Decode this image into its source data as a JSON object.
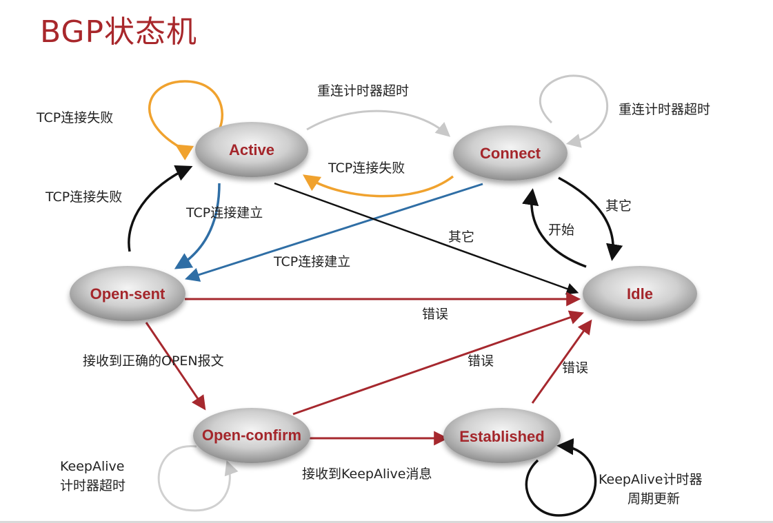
{
  "title": "BGP状态机",
  "states": {
    "active": "Active",
    "connect": "Connect",
    "open_sent": "Open-sent",
    "idle": "Idle",
    "open_confirm": "Open-confirm",
    "established": "Established"
  },
  "edges": {
    "active_self": "TCP连接失败",
    "active_to_connect": "重连计时器超时",
    "connect_self": "重连计时器超时",
    "connect_to_active": "TCP连接失败",
    "opensent_to_active": "TCP连接失败",
    "active_to_opensent": "TCP连接建立",
    "connect_to_opensent": "TCP连接建立",
    "active_to_idle": "其它",
    "connect_to_idle": "其它",
    "idle_to_connect": "开始",
    "opensent_to_idle": "错误",
    "opensent_to_openconfirm": "接收到正确的OPEN报文",
    "openconfirm_to_idle": "错误",
    "established_to_idle": "错误",
    "openconfirm_self_line1": "KeepAlive",
    "openconfirm_self_line2": "计时器超时",
    "openconfirm_to_established": "接收到KeepAlive消息",
    "established_self_line1": "KeepAlive计时器",
    "established_self_line2": "周期更新"
  },
  "colors": {
    "title": "#a8272b",
    "state_text": "#a4262b",
    "orange": "#f0a22e",
    "gray": "#c8c8c8",
    "blue": "#2f6ea5",
    "black": "#111111",
    "darkred": "#a6282e"
  }
}
